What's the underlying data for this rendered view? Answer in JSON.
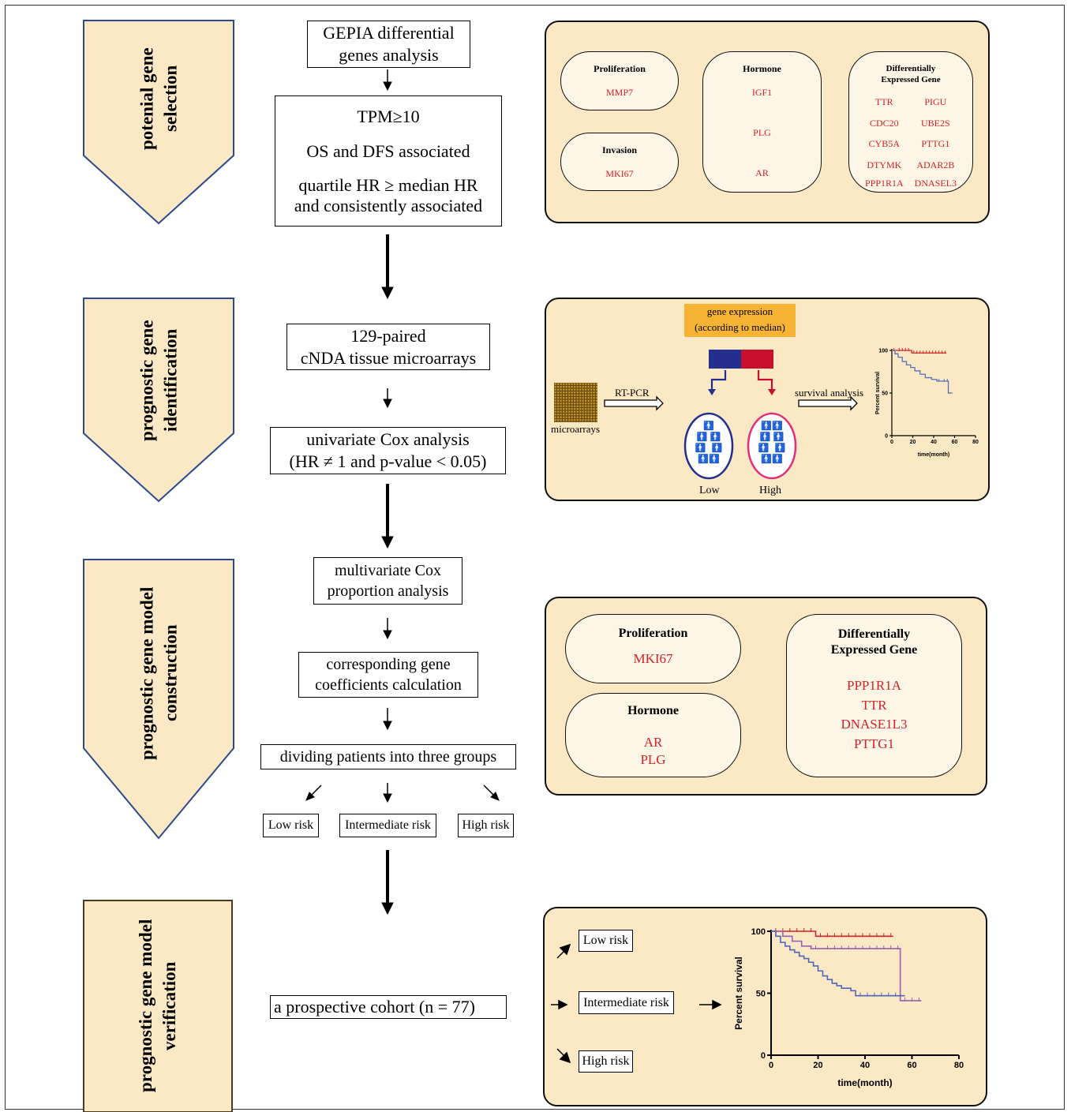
{
  "stages": [
    {
      "label": "potenial gene selection"
    },
    {
      "label": "prognostic gene identification"
    },
    {
      "label": "prognostic gene model construction"
    },
    {
      "label": "prognostic gene model verification"
    }
  ],
  "flow": {
    "gepia": [
      "GEPIA differential",
      "genes analysis"
    ],
    "criteria": [
      "TPM≥10",
      "OS and DFS associated",
      "quartile  HR ≥ median HR",
      "and consistently associated"
    ],
    "microarrays": [
      "129-paired",
      "cNDA tissue microarrays"
    ],
    "univariate": [
      "univariate Cox analysis",
      "(HR ≠ 1 and p-value < 0.05)"
    ],
    "multivariate": [
      "multivariate Cox",
      "proportion analysis"
    ],
    "coefficients": [
      "corresponding gene",
      "coefficients calculation"
    ],
    "dividing": "dividing patients into three groups",
    "groups": [
      "Low risk",
      "Intermediate risk",
      "High risk"
    ],
    "cohort": "a  prospective cohort (n =  77)"
  },
  "panel1": {
    "proliferation": {
      "title": "Proliferation",
      "genes": [
        "MMP7"
      ]
    },
    "invasion": {
      "title": "Invasion",
      "genes": [
        "MKI67"
      ]
    },
    "hormone": {
      "title": "Hormone",
      "genes": [
        "IGF1",
        "PLG",
        "AR"
      ]
    },
    "deg": {
      "title": [
        "Differentially",
        "Expressed Gene"
      ],
      "genes_left": [
        "TTR",
        "CDC20",
        "CYB5A",
        "DTYMK",
        "PPP1R1A"
      ],
      "genes_right": [
        "PIGU",
        "UBE2S",
        "PTTG1",
        "ADAR2B",
        "DNASEL3"
      ]
    }
  },
  "panel2": {
    "gene_expression": [
      "gene expression",
      "(according to median)"
    ],
    "rt_pcr": "RT-PCR",
    "microarrays": "microarrays",
    "survival_analysis": "survival analysis",
    "low": "Low",
    "high": "High",
    "ylabel": "Percent survival",
    "xlabel": "time(month)"
  },
  "panel3": {
    "proliferation": {
      "title": "Proliferation",
      "genes": [
        "MKI67"
      ]
    },
    "hormone": {
      "title": "Hormone",
      "genes": [
        "AR",
        "PLG"
      ]
    },
    "deg": {
      "title": [
        "Differentially",
        "Expressed Gene"
      ],
      "genes": [
        "PPP1R1A",
        "TTR",
        "DNASE1L3",
        "PTTG1"
      ]
    }
  },
  "panel4": {
    "groups": [
      "Low risk",
      "Intermediate risk",
      "High risk"
    ]
  },
  "chart_data": [
    {
      "type": "line",
      "ylabel": "Percent survival",
      "xlabel": "time(month)",
      "xlim": [
        0,
        80
      ],
      "ylim": [
        0,
        100
      ],
      "xticks": [
        "0",
        "20",
        "40",
        "60",
        "80"
      ],
      "yticks": [
        "0",
        "50",
        "100"
      ],
      "series": [
        {
          "color": "#d0232a",
          "points": [
            [
              0,
              100
            ],
            [
              5,
              100
            ],
            [
              18,
              100
            ],
            [
              19,
              97
            ],
            [
              52,
              97
            ]
          ]
        },
        {
          "color": "#5b6fb5",
          "points": [
            [
              0,
              100
            ],
            [
              3,
              96
            ],
            [
              6,
              92
            ],
            [
              10,
              87
            ],
            [
              14,
              83
            ],
            [
              18,
              80
            ],
            [
              22,
              76
            ],
            [
              27,
              72
            ],
            [
              32,
              68
            ],
            [
              38,
              66
            ],
            [
              43,
              64
            ],
            [
              48,
              64
            ],
            [
              54,
              64
            ],
            [
              54,
              50
            ],
            [
              58,
              50
            ]
          ]
        }
      ]
    },
    {
      "type": "line",
      "ylabel": "Percent survival",
      "xlabel": "time(month)",
      "xlim": [
        0,
        80
      ],
      "ylim": [
        0,
        100
      ],
      "xticks": [
        "0",
        "20",
        "40",
        "60",
        "80"
      ],
      "yticks": [
        "0",
        "50",
        "100"
      ],
      "series": [
        {
          "color": "#d0232a",
          "points": [
            [
              0,
              100
            ],
            [
              18,
              100
            ],
            [
              19,
              96
            ],
            [
              52,
              96
            ]
          ]
        },
        {
          "color": "#9a5fb0",
          "points": [
            [
              0,
              100
            ],
            [
              5,
              96
            ],
            [
              9,
              92
            ],
            [
              13,
              88
            ],
            [
              17,
              86
            ],
            [
              22,
              86
            ],
            [
              55,
              86
            ],
            [
              55,
              44
            ],
            [
              64,
              44
            ]
          ]
        },
        {
          "color": "#4f66b8",
          "points": [
            [
              0,
              100
            ],
            [
              2,
              96
            ],
            [
              4,
              91
            ],
            [
              6,
              88
            ],
            [
              8,
              85
            ],
            [
              10,
              83
            ],
            [
              12,
              80
            ],
            [
              14,
              78
            ],
            [
              16,
              75
            ],
            [
              18,
              72
            ],
            [
              20,
              68
            ],
            [
              22,
              64
            ],
            [
              24,
              61
            ],
            [
              26,
              58
            ],
            [
              28,
              56
            ],
            [
              30,
              54
            ],
            [
              34,
              52
            ],
            [
              36,
              48
            ],
            [
              55,
              48
            ],
            [
              57,
              48
            ]
          ]
        }
      ]
    }
  ]
}
